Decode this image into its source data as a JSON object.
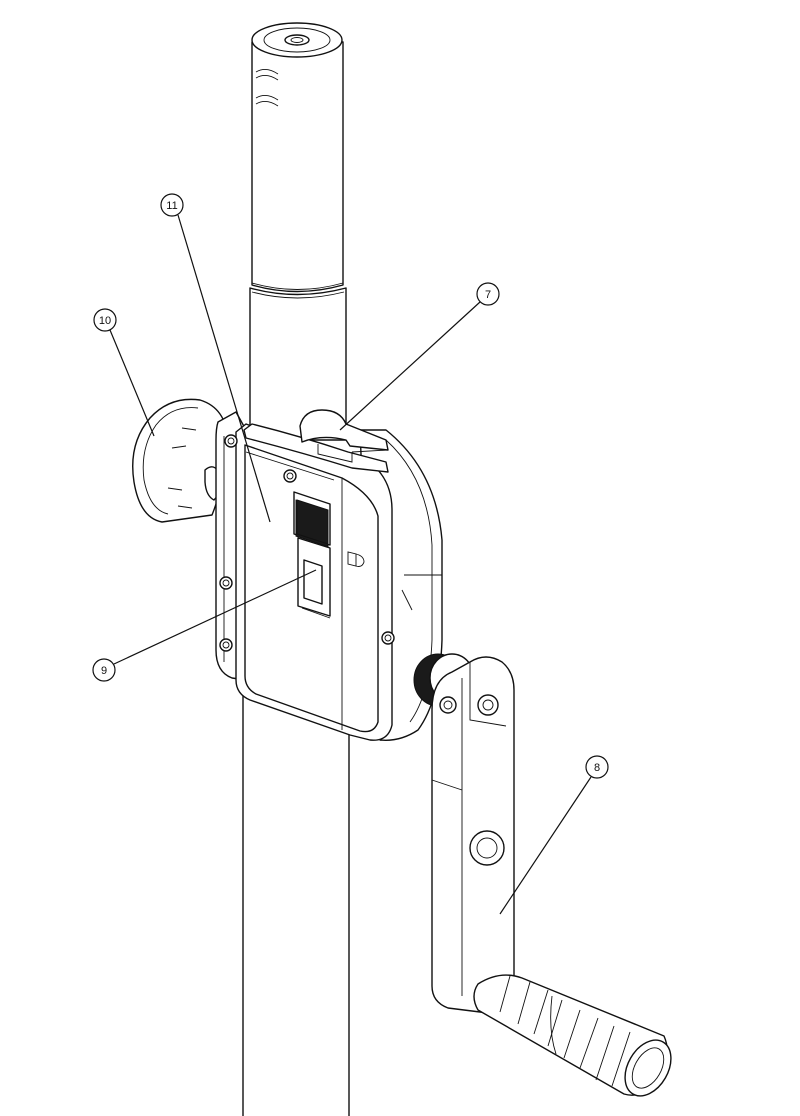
{
  "callouts": [
    {
      "label": "11"
    },
    {
      "label": "10"
    },
    {
      "label": "7"
    },
    {
      "label": "9"
    },
    {
      "label": "8"
    }
  ]
}
